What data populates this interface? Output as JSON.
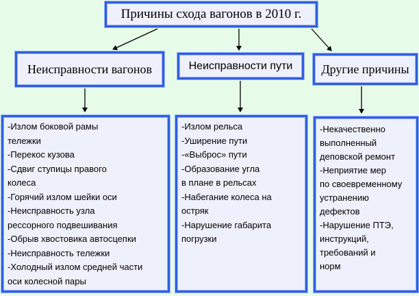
{
  "diagram": {
    "title": "Причины схода вагонов в 2010 г.",
    "categories": [
      {
        "label": "Неисправности вагонов",
        "items": [
          "-Излом боковой рамы",
          " тележки",
          "-Перекос кузова",
          "-Сдвиг ступицы правого",
          " колеса",
          "-Горячий излом шейки оси",
          "-Неисправность узла",
          "рессорного подвешивания",
          "-Обрыв хвостовика автосцепки",
          "-Неисправность тележки",
          "-Холодный излом средней части",
          " оси колесной пары"
        ]
      },
      {
        "label": "Неисправности пути",
        "items": [
          "-Излом рельса",
          "-Уширение пути",
          "-«Выброс» пути",
          "-Образование угла",
          "в плане в рельсах",
          "-Набегание колеса на",
          "остряк",
          "-Нарушение габарита",
          "погрузки"
        ]
      },
      {
        "label": "Другие причины",
        "items": [
          "-Некачественно",
          " выполненный",
          " деповской ремонт",
          "-Неприятие мер",
          "по своевременному",
          "устранению",
          "дефектов",
          "-Нарушение ПТЭ,",
          "инструкций,",
          "требований и",
          "норм"
        ]
      }
    ],
    "colors": {
      "background": "#e7fbe9",
      "box_fill": "#eef0fb",
      "box_border": "#2f5fe0",
      "arrow": "#000000"
    }
  }
}
